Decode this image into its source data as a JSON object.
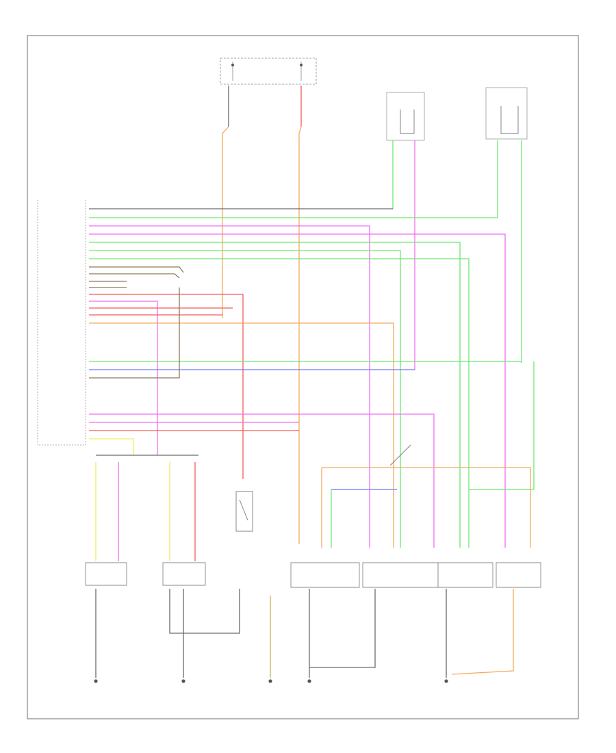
{
  "diagram": {
    "ref_code": "",
    "module_name": "",
    "colors": {
      "green": "#6ee66e",
      "pink": "#f26cf2",
      "orange": "#f5a95a",
      "red": "#f05a5a",
      "blue": "#6d7bf2",
      "yellow": "#eeee60",
      "brown": "#8a7a55",
      "dark": "#6a6a6a",
      "black": "#555555"
    },
    "module_pins": [
      {
        "pin": "",
        "wire": "",
        "color": "dark"
      },
      {
        "pin": "",
        "wire": "",
        "color": "green"
      },
      {
        "pin": "",
        "wire": "",
        "color": "pink"
      },
      {
        "pin": "",
        "wire": "",
        "color": "pink"
      },
      {
        "pin": "",
        "wire": "",
        "color": "green"
      },
      {
        "pin": "",
        "wire": "",
        "color": "green"
      },
      {
        "pin": "",
        "wire": "",
        "color": "green"
      },
      {
        "pin": "",
        "wire": "",
        "color": "brown"
      },
      {
        "pin": "",
        "wire": "",
        "color": "brown"
      },
      {
        "pin": "",
        "wire": "",
        "color": "brown"
      },
      {
        "pin": "",
        "wire": "",
        "color": "brown"
      },
      {
        "pin": "",
        "wire": "",
        "color": "red"
      },
      {
        "pin": "",
        "wire": "",
        "color": "pink"
      },
      {
        "pin": "",
        "wire": "",
        "color": "red"
      },
      {
        "pin": "",
        "wire": "",
        "color": "red"
      },
      {
        "pin": "",
        "wire": "",
        "color": "orange"
      },
      {
        "pin": "",
        "wire": "",
        "color": "green"
      },
      {
        "pin": "",
        "wire": "",
        "color": "blue"
      },
      {
        "pin": "",
        "wire": "",
        "color": "brown"
      },
      {
        "pin": "",
        "wire": "",
        "color": "pink"
      },
      {
        "pin": "",
        "wire": "",
        "color": "pink"
      },
      {
        "pin": "",
        "wire": "",
        "color": "red"
      },
      {
        "pin": "",
        "wire": "",
        "color": "yellow"
      }
    ],
    "bottom_components": [
      {
        "id": "c1",
        "color": "dark"
      },
      {
        "id": "c2",
        "color": "dark"
      },
      {
        "id": "c3",
        "color": "yellow"
      },
      {
        "id": "c4",
        "color": "dark"
      },
      {
        "id": "c5",
        "color": "orange"
      }
    ]
  }
}
